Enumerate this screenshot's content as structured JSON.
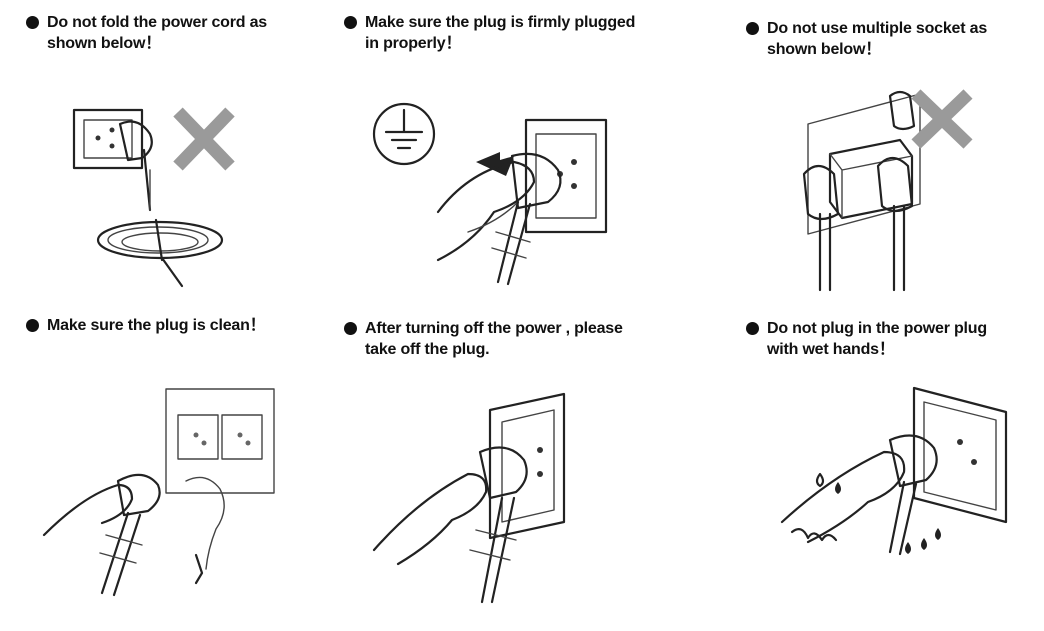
{
  "panels": [
    {
      "id": "fold-cord",
      "lines": [
        "Do not fold the power cord as",
        "shown below！"
      ],
      "mark": "cross"
    },
    {
      "id": "plug-firmly",
      "lines": [
        "Make sure the plug is firmly plugged",
        "in properly！"
      ],
      "mark": "earth-symbol"
    },
    {
      "id": "multi-socket",
      "lines": [
        "Do not use multiple socket as",
        "shown below！"
      ],
      "mark": "cross"
    },
    {
      "id": "plug-clean",
      "lines": [
        "Make sure the plug is clean！"
      ]
    },
    {
      "id": "unplug",
      "lines": [
        "After turning off the power , please",
        "take off the plug."
      ]
    },
    {
      "id": "wet-hands",
      "lines": [
        "Do not plug in the power plug",
        "with wet hands！"
      ]
    }
  ],
  "colors": {
    "cross": "#9a9a9a",
    "ink": "#111111",
    "wall": "#f4f4f4"
  }
}
